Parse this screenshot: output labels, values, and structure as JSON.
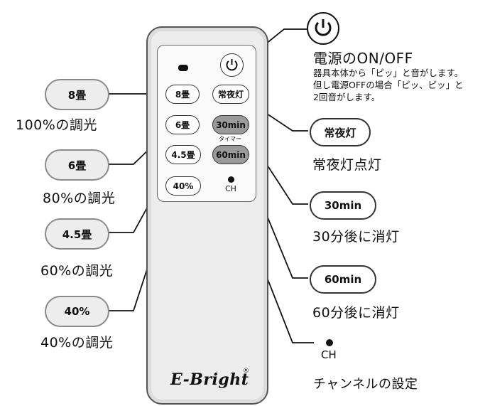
{
  "power": {
    "title": "電源のON/OFF",
    "note1": "器具本体から「ピッ」と音がします。",
    "note2": "但し電源OFFの場合「ピッ、ピッ」と",
    "note3": "2回音がします。"
  },
  "remote": {
    "btn_8": "8畳",
    "btn_6": "6畳",
    "btn_45": "4.5畳",
    "btn_40": "40%",
    "btn_night": "常夜灯",
    "btn_30": "30min",
    "btn_60": "60min",
    "timer_label": "タイマー",
    "ch_label": "CH",
    "logo": "E-Bright"
  },
  "left_callouts": [
    {
      "label": "8畳",
      "desc": "100%の調光"
    },
    {
      "label": "6畳",
      "desc": "80%の調光"
    },
    {
      "label": "4.5畳",
      "desc": "60%の調光"
    },
    {
      "label": "40%",
      "desc": "40%の調光"
    }
  ],
  "right_callouts": [
    {
      "label": "常夜灯",
      "desc": "常夜灯点灯"
    },
    {
      "label": "30min",
      "desc": "30分後に消灯"
    },
    {
      "label": "60min",
      "desc": "60分後に消灯"
    }
  ],
  "ch": {
    "label": "CH",
    "desc": "チャンネルの設定"
  }
}
